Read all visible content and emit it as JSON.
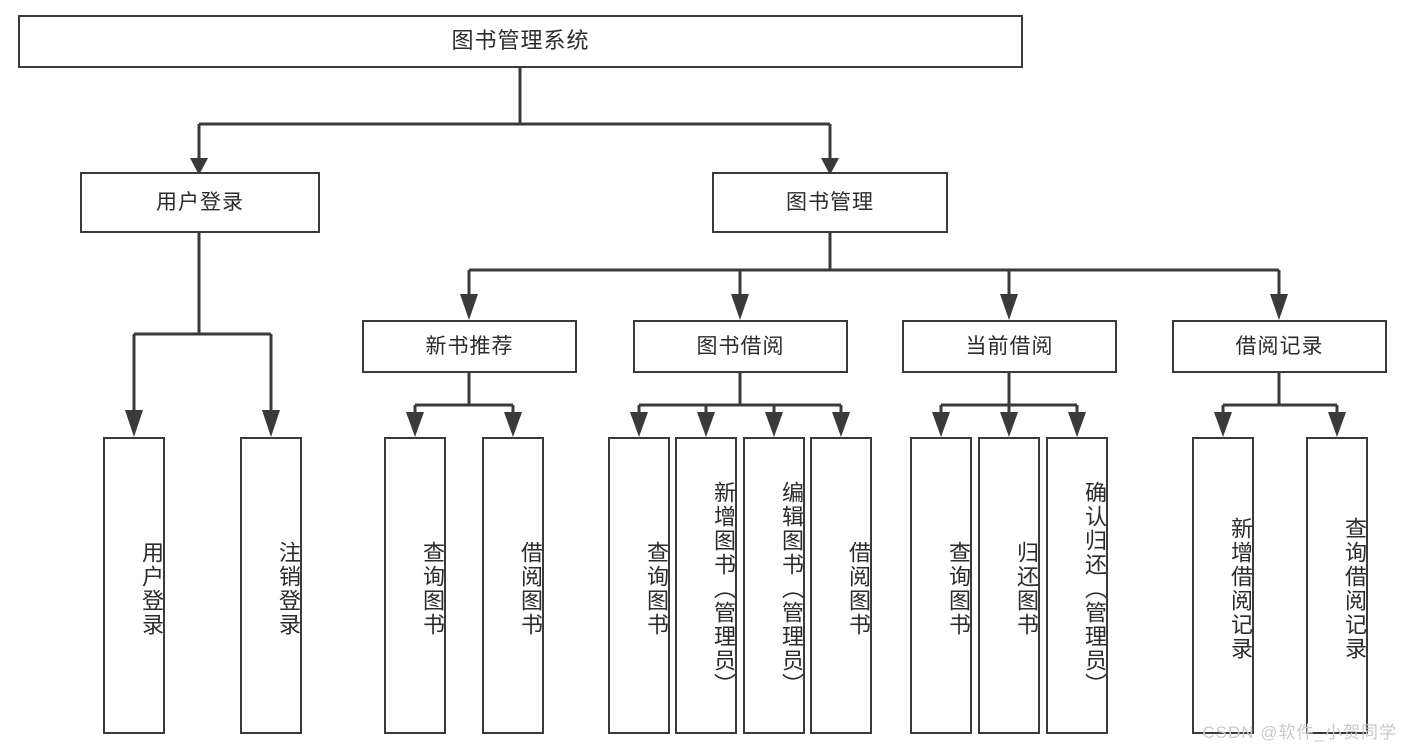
{
  "diagram": {
    "type": "tree-hierarchy-chart",
    "title": "图书管理系统",
    "watermark": "CSDN @软件_小贺同学",
    "root": {
      "label": "图书管理系统",
      "name": "root-node"
    },
    "level1": [
      {
        "label": "用户登录",
        "name": "node-user-login"
      },
      {
        "label": "图书管理",
        "name": "node-book-management"
      }
    ],
    "level2": [
      {
        "label": "新书推荐",
        "name": "node-new-book-recommend"
      },
      {
        "label": "图书借阅",
        "name": "node-book-borrow"
      },
      {
        "label": "当前借阅",
        "name": "node-current-borrow"
      },
      {
        "label": "借阅记录",
        "name": "node-borrow-record"
      }
    ],
    "leaves": {
      "user_login": [
        {
          "label": "用户登录",
          "name": "leaf-user-login"
        },
        {
          "label": "注销登录",
          "name": "leaf-logout"
        }
      ],
      "new_book_recommend": [
        {
          "label": "查询图书",
          "name": "leaf-query-book-1"
        },
        {
          "label": "借阅图书",
          "name": "leaf-borrow-book-1"
        }
      ],
      "book_borrow": [
        {
          "label": "查询图书",
          "name": "leaf-query-book-2"
        },
        {
          "label": "新增图书（管理员）",
          "name": "leaf-add-book-admin"
        },
        {
          "label": "编辑图书（管理员）",
          "name": "leaf-edit-book-admin"
        },
        {
          "label": "借阅图书",
          "name": "leaf-borrow-book-2"
        }
      ],
      "current_borrow": [
        {
          "label": "查询图书",
          "name": "leaf-query-book-3"
        },
        {
          "label": "归还图书",
          "name": "leaf-return-book"
        },
        {
          "label": "确认归还（管理员）",
          "name": "leaf-confirm-return-admin"
        }
      ],
      "borrow_record": [
        {
          "label": "新增借阅记录",
          "name": "leaf-add-borrow-record"
        },
        {
          "label": "查询借阅记录",
          "name": "leaf-query-borrow-record"
        }
      ]
    },
    "colors": {
      "border": "#3a3a3a",
      "text": "#2b2b2b",
      "background": "#ffffff",
      "watermark": "#c9c9c9"
    }
  }
}
